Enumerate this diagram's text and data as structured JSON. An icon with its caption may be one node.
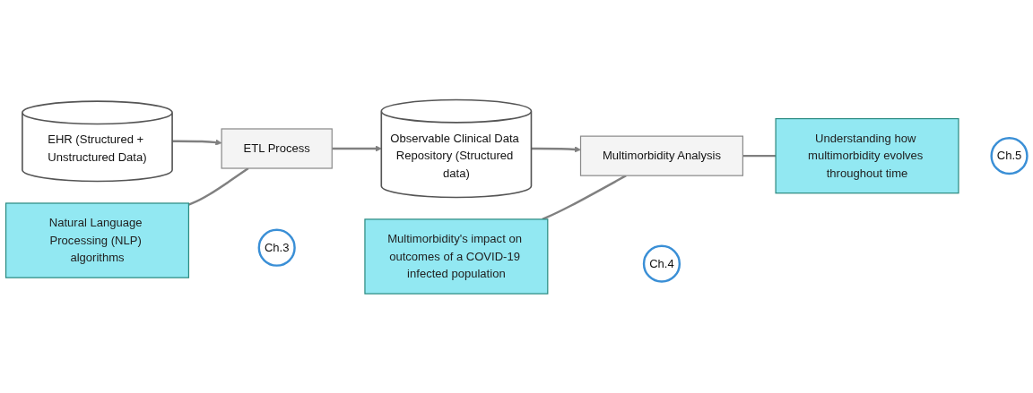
{
  "diagram": {
    "nodes": [
      {
        "text": [
          "EHR (Structured + Unstructured Data)"
        ]
      },
      {
        "text": [
          "Natural Language Processing (NLP) algorithms"
        ]
      },
      {
        "text": [
          "Ch.3"
        ]
      },
      {
        "text": [
          "ETL Process"
        ]
      },
      {
        "text": [
          "Observable Clinical Data Repository (Structured data)"
        ]
      },
      {
        "text": [
          "Multimorbidity's impact on outcomes of a COVID-19 infected population"
        ]
      },
      {
        "text": [
          "Ch.4"
        ]
      },
      {
        "text": [
          "Multimorbidity Analysis"
        ]
      },
      {
        "text": [
          "Understanding how multimorbidity evolves throughout time"
        ]
      },
      {
        "text": [
          "Ch.5"
        ]
      }
    ],
    "edges": [
      {
        "from": 0,
        "to": 3,
        "arrow": "to"
      },
      {
        "from": 1,
        "to": 3,
        "arrow": "none"
      },
      {
        "from": 3,
        "to": 4,
        "arrow": "to"
      },
      {
        "from": 4,
        "to": 7,
        "arrow": "to"
      },
      {
        "from": 5,
        "to": 7,
        "arrow": "none"
      },
      {
        "from": 7,
        "to": 8,
        "arrow": "none"
      }
    ]
  }
}
